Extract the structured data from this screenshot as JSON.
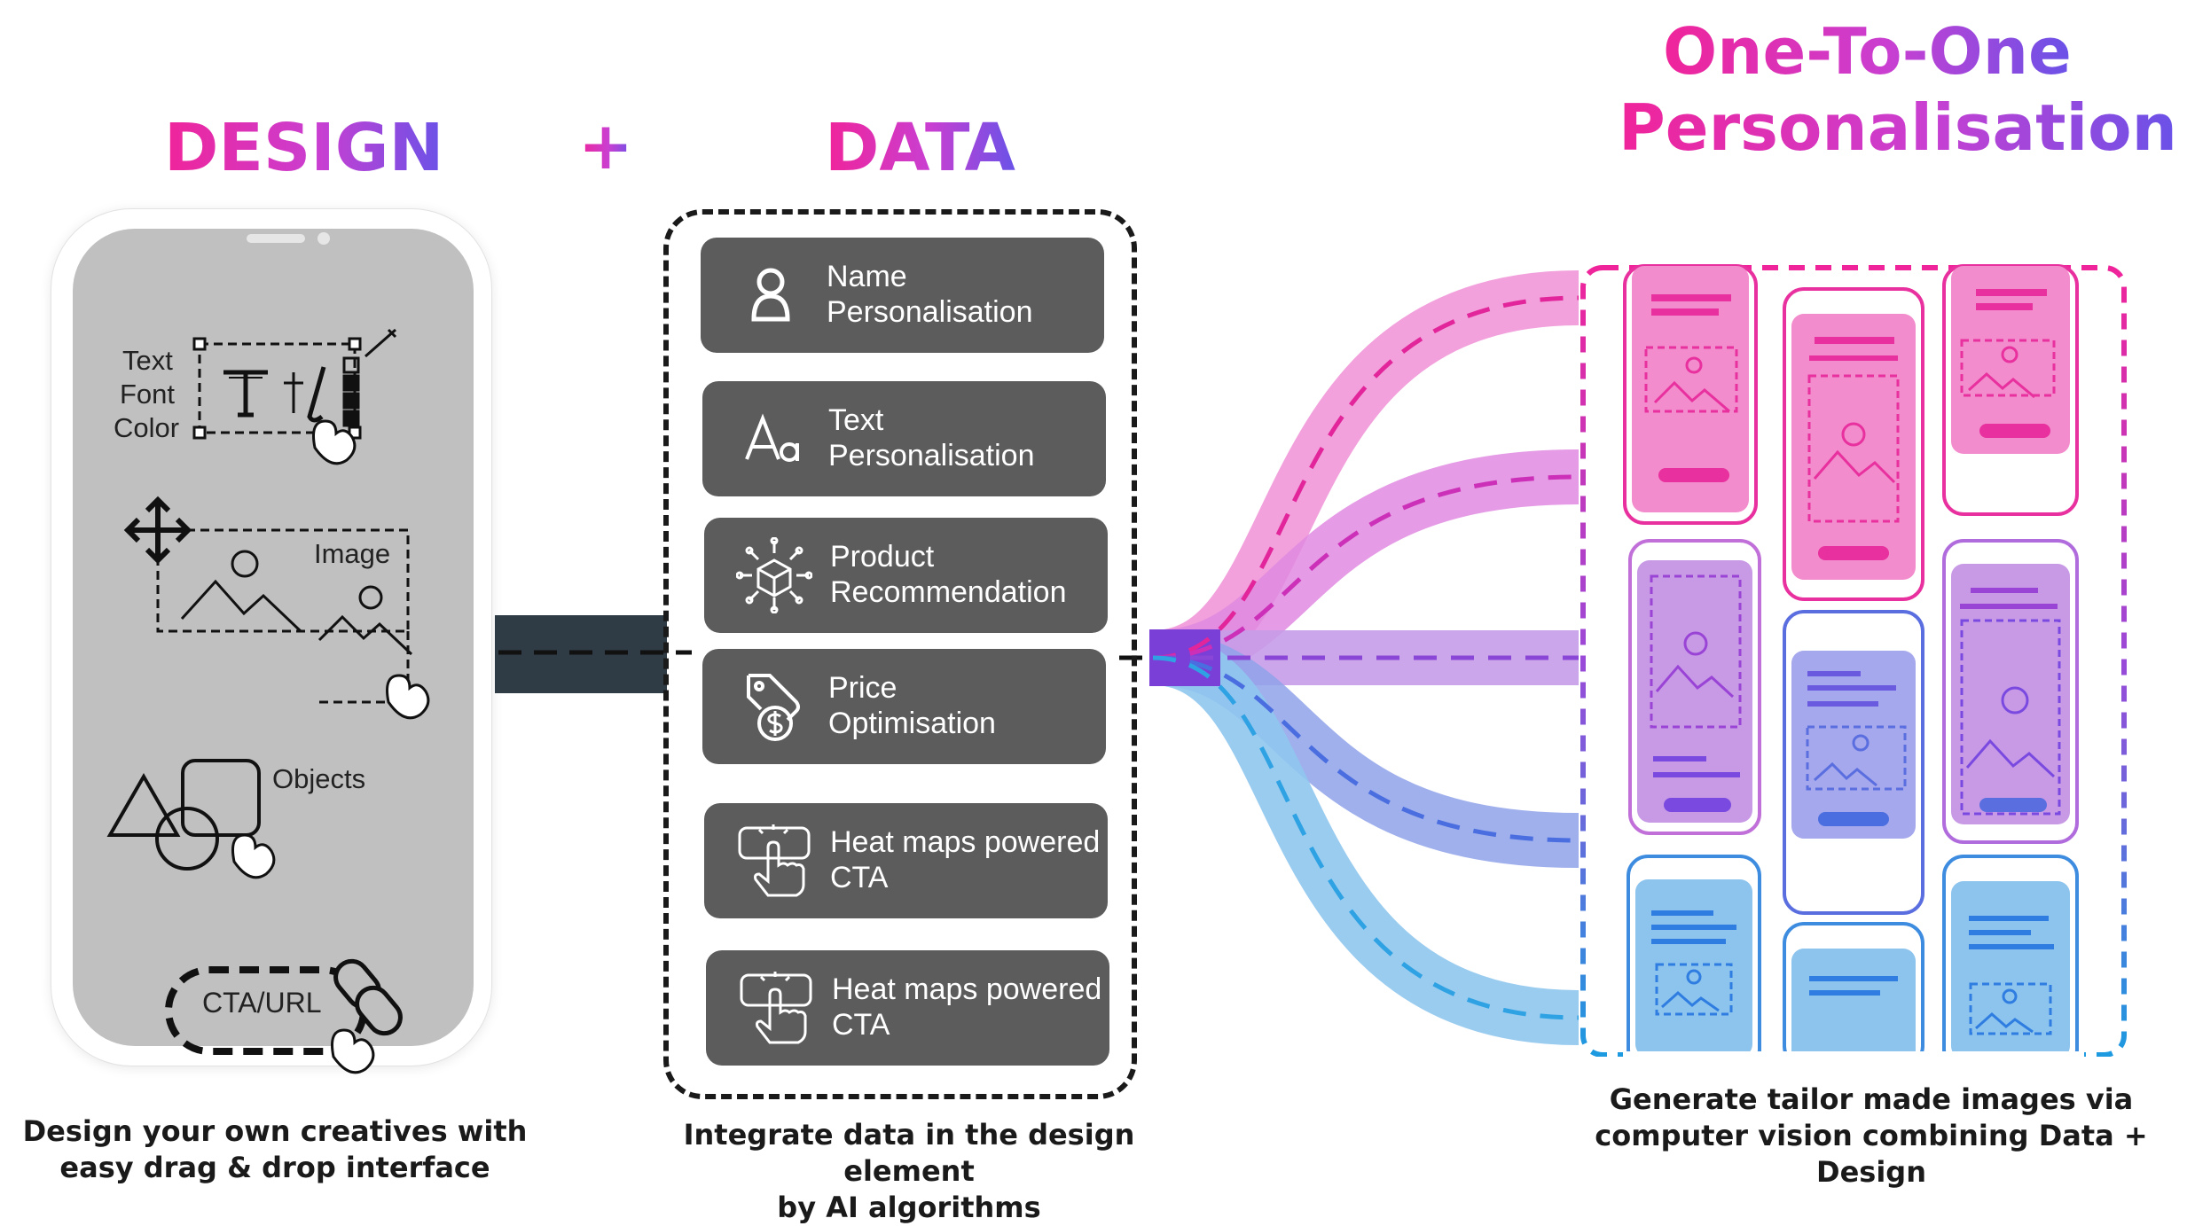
{
  "headings": {
    "design": "DESIGN",
    "plus": "+",
    "data": "DATA",
    "personalisation_line1": "One-To-One",
    "personalisation_line2": "Personalisation"
  },
  "phone": {
    "text_tool": {
      "text": "Text",
      "font": "Font",
      "color": "Color"
    },
    "image_label": "Image",
    "objects_label": "Objects",
    "cta_label": "CTA/URL"
  },
  "data_cards": [
    {
      "line1": "Name",
      "line2": "Personalisation",
      "icon": "person-icon"
    },
    {
      "line1": "Text",
      "line2": "Personalisation",
      "icon": "text-aa-icon"
    },
    {
      "line1": "Product",
      "line2": "Recommendation",
      "icon": "product-box-icon"
    },
    {
      "line1": "Price",
      "line2": "Optimisation",
      "icon": "price-tag-icon"
    },
    {
      "line1": "Heat maps powered",
      "line2": "CTA",
      "icon": "tap-hand-icon"
    },
    {
      "line1": "Heat maps powered",
      "line2": "CTA",
      "icon": "tap-hand-icon"
    }
  ],
  "captions": {
    "design_line1": "Design your own creatives with",
    "design_line2": "easy drag & drop interface",
    "data_line1": "Integrate data in the design element",
    "data_line2": "by AI algorithms",
    "output_line1": "Generate tailor made images via",
    "output_line2": "computer vision combining Data + Design"
  },
  "colors": {
    "pink": "#f0249a",
    "purple": "#8e48d6",
    "blue": "#2f8de0",
    "card": "#5c5c5c",
    "phone_screen": "#c0c0c0",
    "connector": "#2f3b45"
  }
}
